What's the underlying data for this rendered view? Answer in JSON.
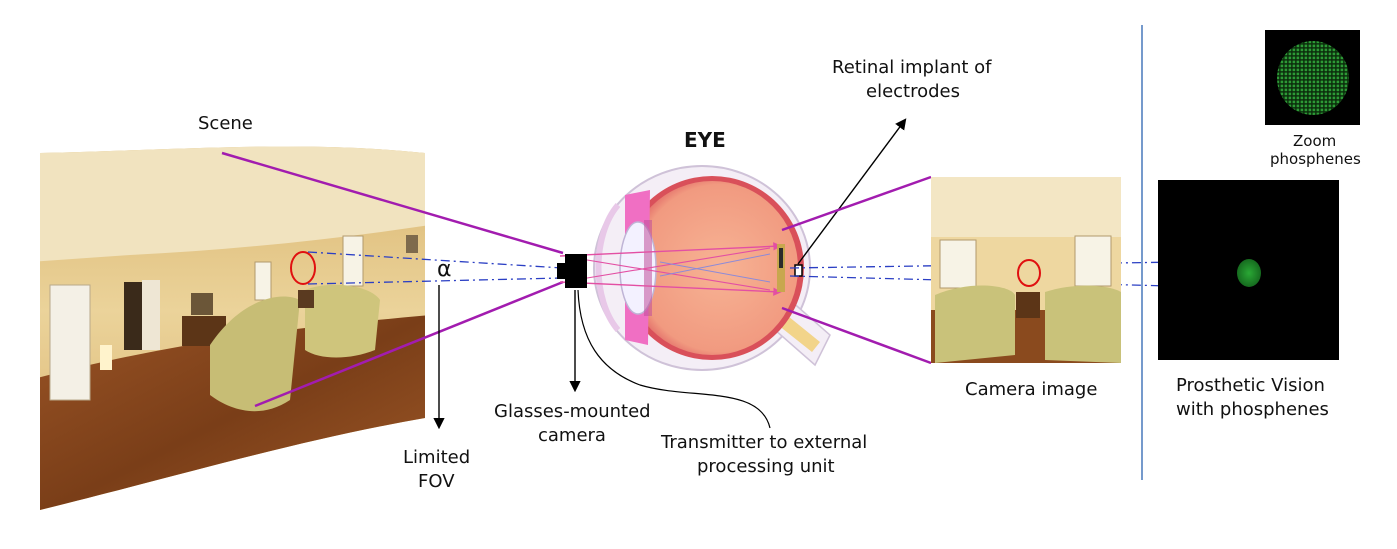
{
  "labels": {
    "scene": "Scene",
    "eye": "EYE",
    "alpha": "α",
    "limited_fov_1": "Limited",
    "limited_fov_2": "FOV",
    "camera_1": "Glasses-mounted",
    "camera_2": "camera",
    "transmitter_1": "Transmitter to external",
    "transmitter_2": "processing unit",
    "implant_1": "Retinal implant of",
    "implant_2": "electrodes",
    "camera_image": "Camera image",
    "prosthetic_1": "Prosthetic Vision",
    "prosthetic_2": "with phosphenes",
    "zoom_1": "Zoom",
    "zoom_2": "phosphenes"
  },
  "colors": {
    "rays": "#a21caf",
    "dashed_lines": "#2b3fc4",
    "highlight_circle": "#e01010",
    "phosphene": "#1f8f2a",
    "divider": "#3b6fb6",
    "wall": "#e7c98a",
    "floor": "#8a4a1e",
    "bedspread": "#c9c27a"
  }
}
